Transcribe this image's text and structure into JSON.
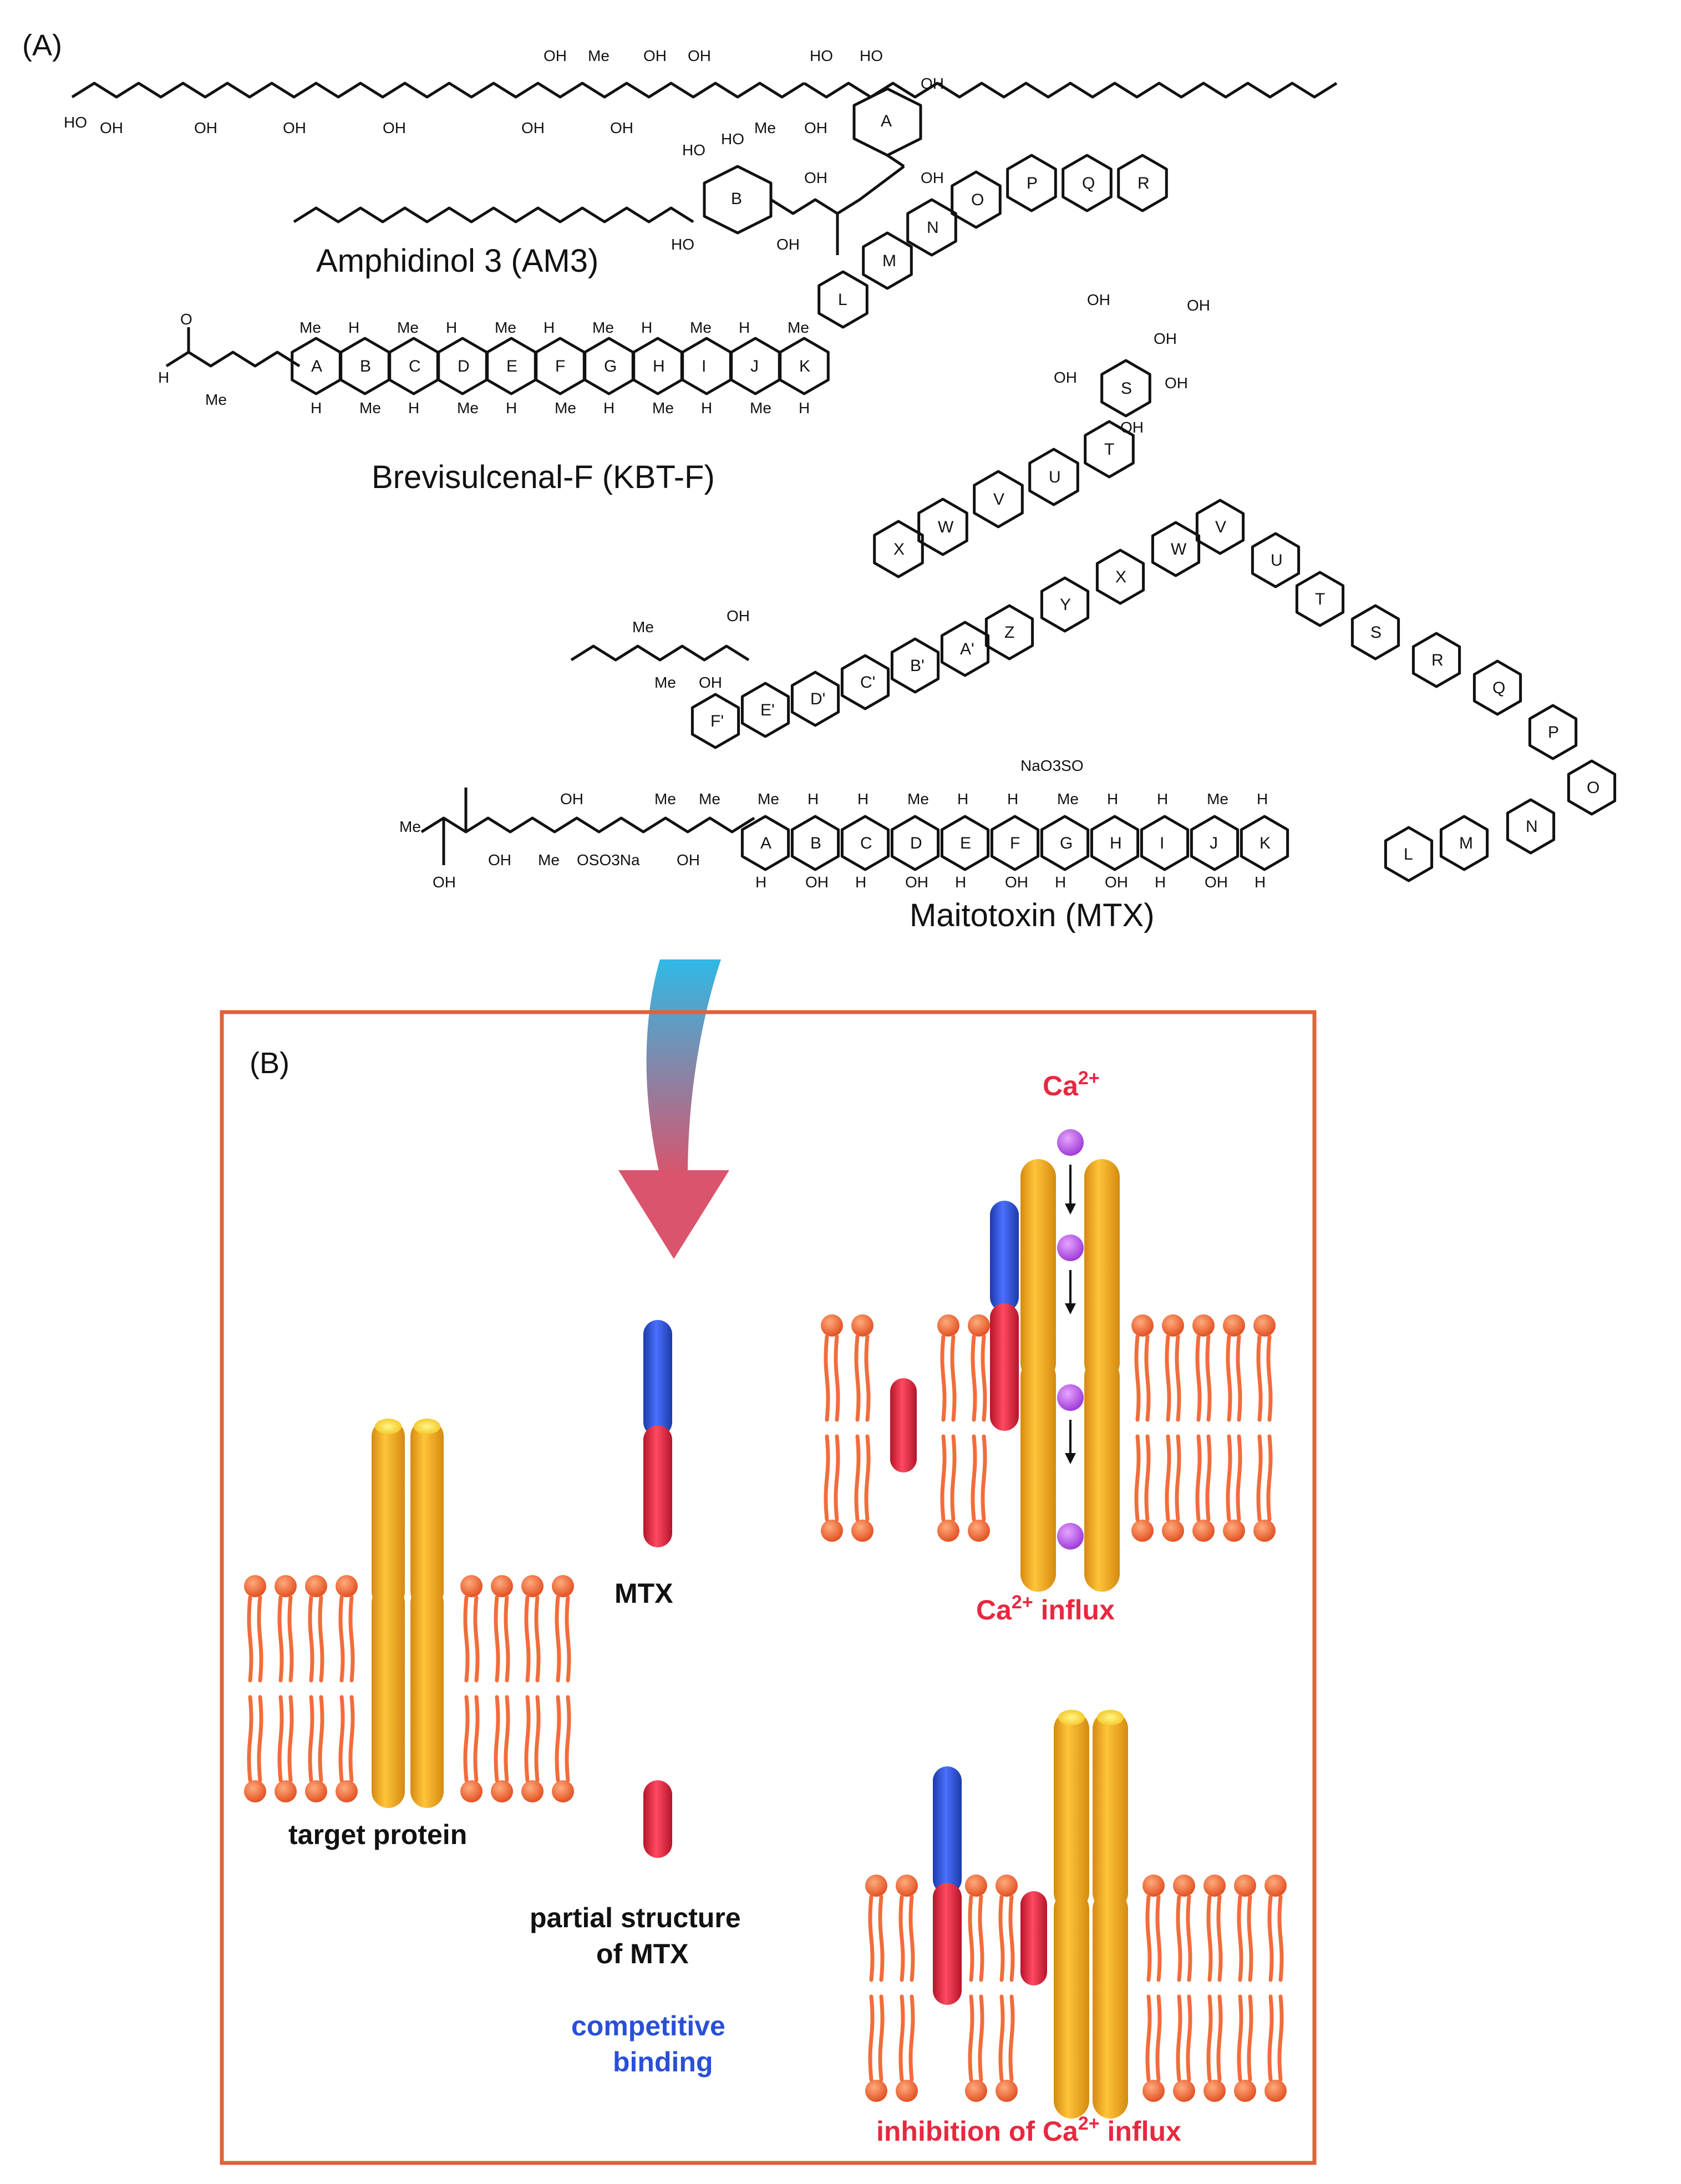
{
  "panel_a": {
    "label": "(A)",
    "compounds": [
      {
        "name": "Amphidinol 3 (AM3)",
        "rings": [
          "A",
          "B"
        ]
      },
      {
        "name": "Brevisulcenal-F (KBT-F)",
        "rings": [
          "A",
          "B",
          "C",
          "D",
          "E",
          "F",
          "G",
          "H",
          "I",
          "J",
          "K",
          "L",
          "M",
          "N",
          "O",
          "P",
          "Q",
          "R",
          "S",
          "T",
          "U",
          "V",
          "W",
          "X"
        ]
      },
      {
        "name": "Maitotoxin (MTX)",
        "rings": [
          "A",
          "B",
          "C",
          "D",
          "E",
          "F",
          "G",
          "H",
          "I",
          "J",
          "K",
          "L",
          "M",
          "N",
          "O",
          "P",
          "Q",
          "R",
          "S",
          "T",
          "U",
          "V",
          "W",
          "X",
          "Y",
          "Z",
          "A'",
          "B'",
          "C'",
          "D'",
          "E'",
          "F'"
        ]
      }
    ],
    "substituents": {
      "hydroxyl": "OH",
      "hydroxyl_left": "HO",
      "methyl": "Me",
      "hydrogen": "H",
      "ring_oxygen": "O",
      "sulfate_1": "NaO3SO",
      "sulfate_2": "OSO3Na"
    }
  },
  "panel_b": {
    "label": "(B)",
    "target_protein_label": "target protein",
    "mtx_label": "MTX",
    "partial_label_line1": "partial structure",
    "partial_label_line2": "of MTX",
    "competitive_line1": "competitive",
    "competitive_line2": "binding",
    "ca_ion": "Ca",
    "ca_charge": "2+",
    "influx_prefix": "Ca",
    "influx_charge": "2+",
    "influx_suffix": " influx",
    "inhibition_prefix": "inhibition of Ca",
    "inhibition_charge": "2+",
    "inhibition_suffix": " influx"
  },
  "colors": {
    "protein": "#f2a818",
    "mtx_blue": "#2a4fd8",
    "mtx_red": "#e8283f",
    "lipid": "#f26c3c",
    "calcium": "#b04fe0",
    "frame": "#e0623a",
    "arrow_top": "#2fb9e6",
    "arrow_bottom": "#d9546c"
  }
}
